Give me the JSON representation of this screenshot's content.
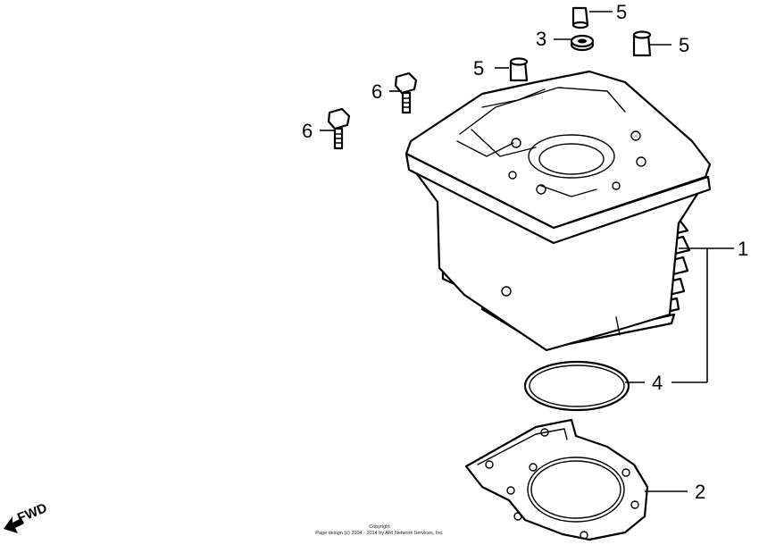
{
  "callouts": {
    "cylinder": "1",
    "gasket": "2",
    "seal": "3",
    "o_ring": "4",
    "dowel_top": "5",
    "dowel_right": "5",
    "dowel_left": "5",
    "bolt_right": "6",
    "bolt_left": "6"
  },
  "fwd_label": "FWD",
  "copyright": {
    "line1": "Copyright",
    "line2": "Page design (c) 2004 - 2014 by ARI Network Services, Inc."
  }
}
